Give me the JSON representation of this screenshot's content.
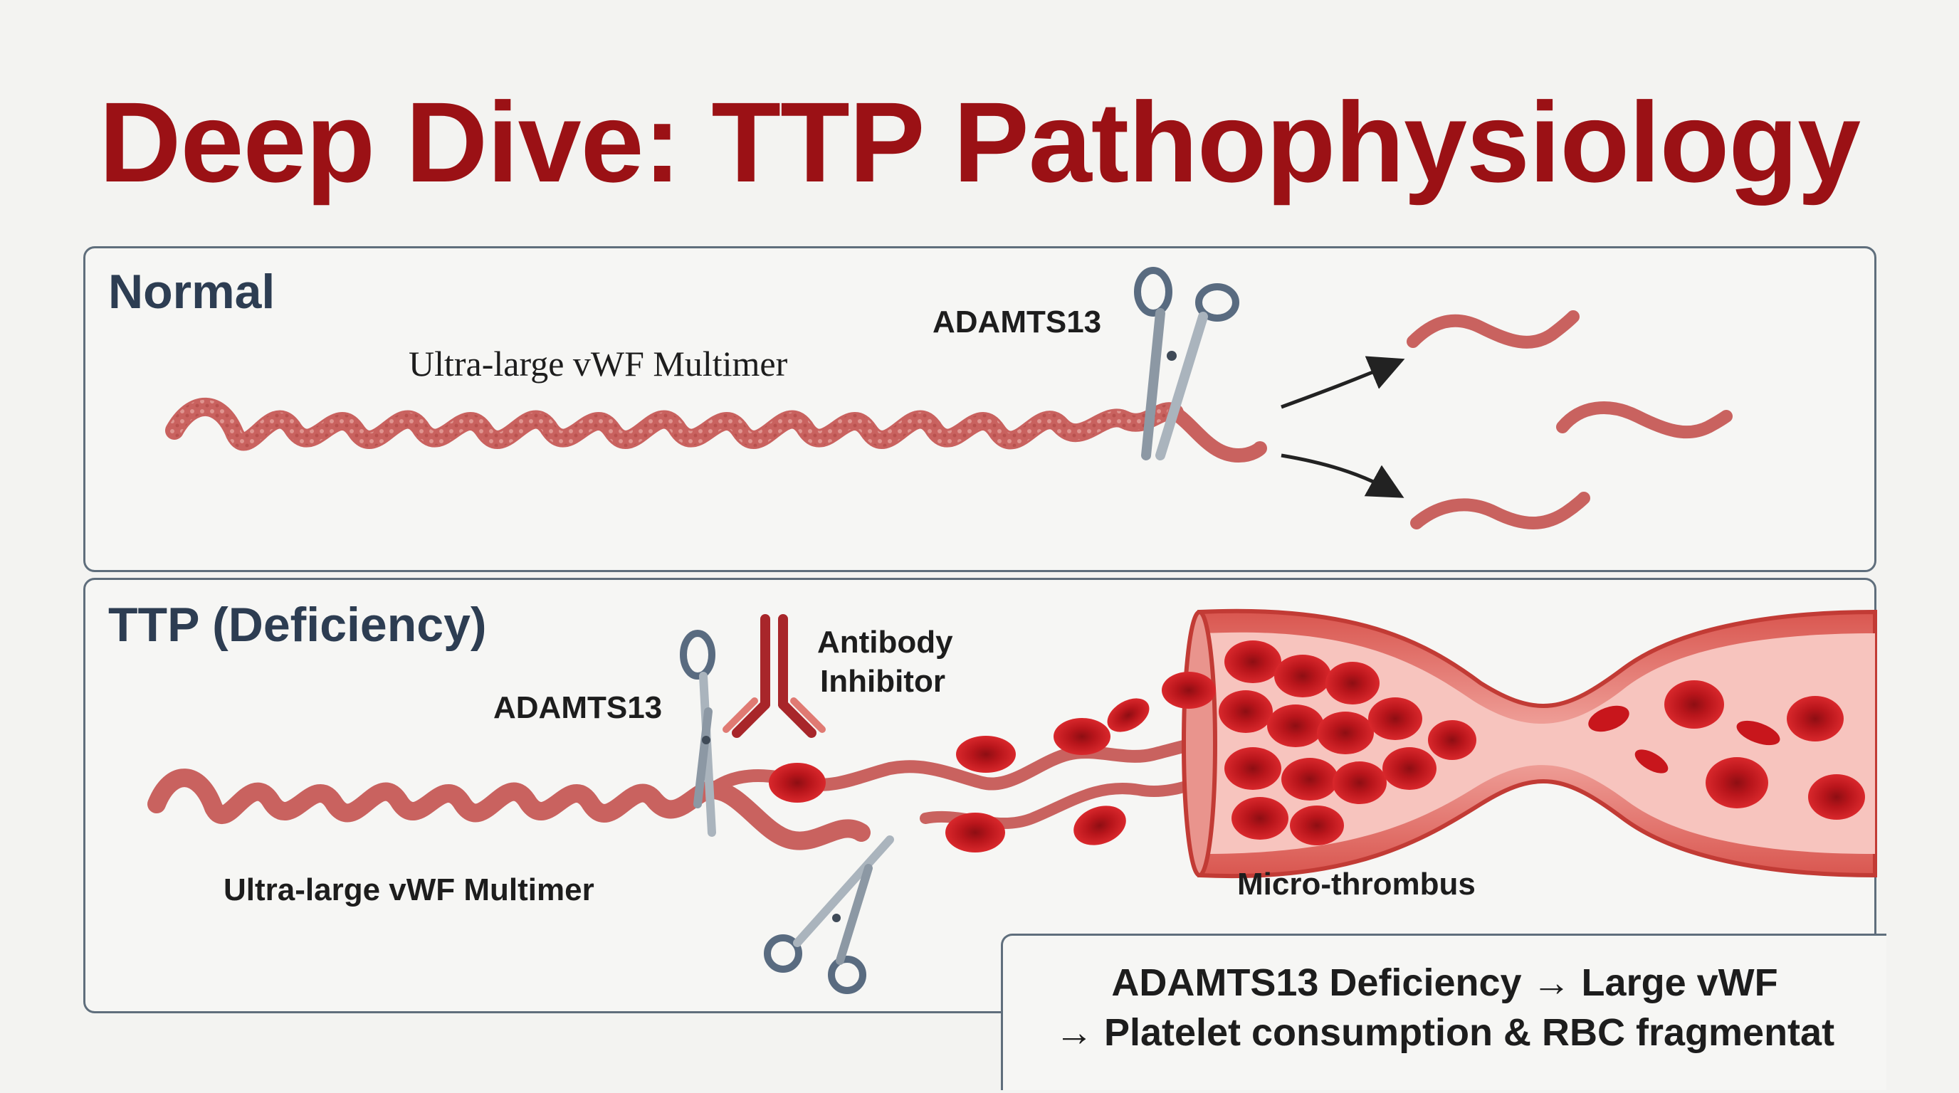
{
  "title": "Deep Dive: TTP Pathophysiology",
  "normal": {
    "heading": "Normal",
    "multimer_label": "Ultra-large vWF Multimer",
    "enzyme_label": "ADAMTS13"
  },
  "ttp": {
    "heading": "TTP (Deficiency)",
    "enzyme_label": "ADAMTS13",
    "antibody_label_line1": "Antibody",
    "antibody_label_line2": "Inhibitor",
    "multimer_label": "Ultra-large vWF Multimer",
    "thrombus_label": "Micro-thrombus"
  },
  "summary": {
    "line1": "ADAMTS13 Deficiency → Large vWF",
    "line2": "→ Platelet consumption & RBC fragmentat"
  },
  "colors": {
    "title": "#9b1115",
    "heading": "#2d3d52",
    "vwf": "#c9625f",
    "rbc": "#c8161c",
    "vessel": "#e5817c",
    "antibody": "#a8262a",
    "scissors": "#596b80"
  }
}
